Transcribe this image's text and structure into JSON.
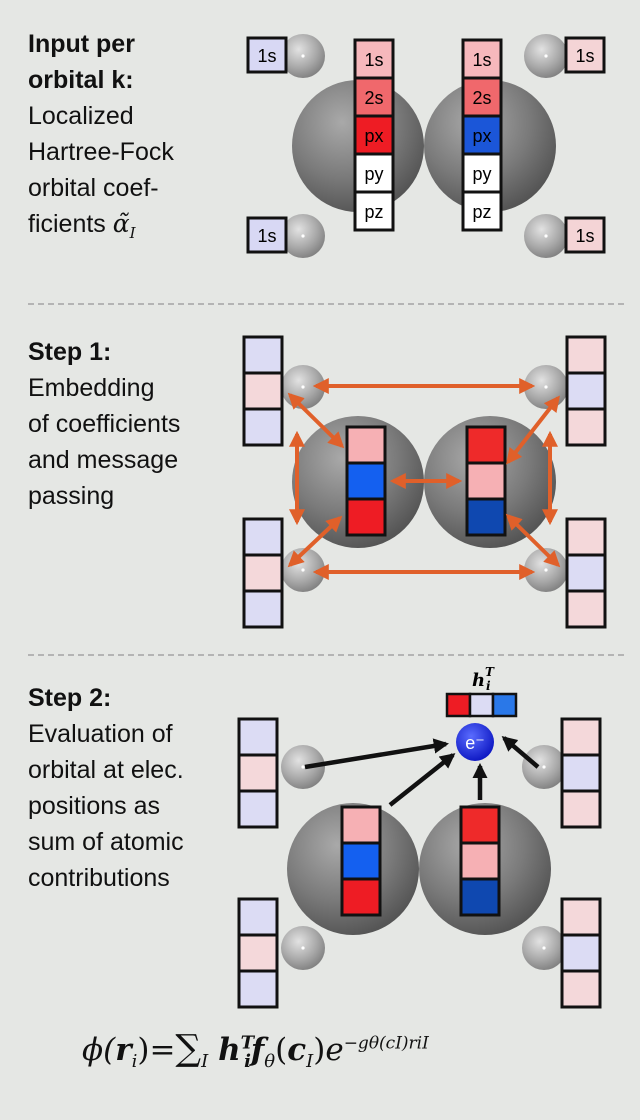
{
  "colors": {
    "background": "#e5e7e4",
    "atom_gray": "#7a7a7a",
    "arrow_orange": "#e0602a",
    "electron_blue": "#1020d8"
  },
  "panel0": {
    "heading_line1": "Input per",
    "heading_line2": "orbital k:",
    "lines": [
      "Localized",
      "Hartree-Fock",
      "orbital coef-",
      "ficients"
    ],
    "coef_symbol": "α̃",
    "coef_sub": "I",
    "hydrogen_label": "1s",
    "orbital_labels": [
      "1s",
      "2s",
      "px",
      "py",
      "pz"
    ]
  },
  "panel1": {
    "heading": "Step 1:",
    "lines": [
      "Embedding",
      "of coefficients",
      "and message",
      "passing"
    ]
  },
  "panel2": {
    "heading": "Step 2:",
    "lines": [
      "Evaluation of",
      "orbital at elec.",
      "positions as",
      "sum of atomic",
      "contributions"
    ],
    "h_label": "h",
    "h_sup": "T",
    "h_sub": "i",
    "electron_label": "e⁻"
  },
  "formula": {
    "lhs": "ϕ(",
    "r": "r",
    "i": "i",
    "eq": ")=",
    "sum": "∑",
    "sum_sub": "I",
    "h": "h",
    "f": "f",
    "theta": "θ",
    "c": "c",
    "exp_base": "e",
    "exp_text": "−gθ(cI)riI"
  }
}
